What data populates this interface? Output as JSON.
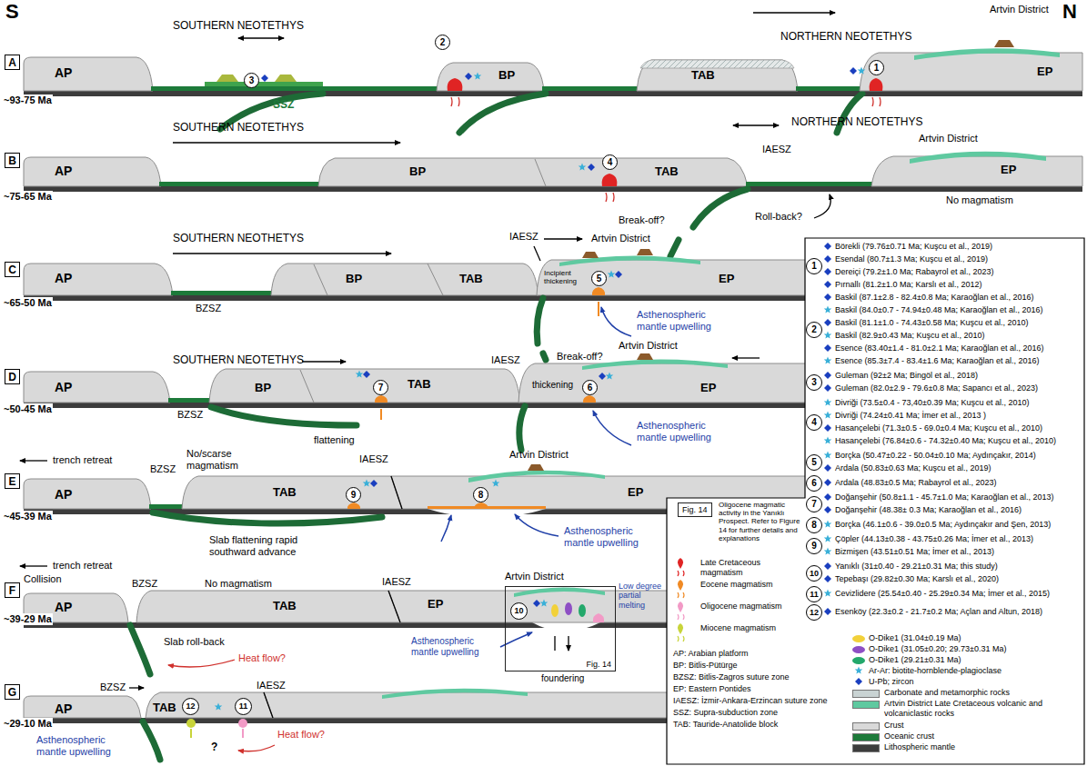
{
  "diagram": {
    "nodes": [
      {
        "text": [
          "A"
        ]
      },
      {
        "text": [
          "B"
        ]
      },
      {
        "text": [
          "C"
        ]
      },
      {
        "text": [
          "D"
        ]
      },
      {
        "text": [
          "E"
        ]
      },
      {
        "text": [
          "F"
        ]
      },
      {
        "text": [
          "G"
        ]
      },
      {
        "text": [
          "3"
        ]
      },
      {
        "text": [
          "2"
        ]
      },
      {
        "text": [
          "1"
        ]
      },
      {
        "text": [
          "4"
        ]
      },
      {
        "text": [
          "5"
        ]
      },
      {
        "text": [
          "7"
        ]
      },
      {
        "text": [
          "6"
        ]
      },
      {
        "text": [
          "9"
        ]
      },
      {
        "text": [
          "8"
        ]
      },
      {
        "text": [
          "Fig. 14"
        ]
      },
      {
        "text": [
          "10"
        ],
        "in": 16
      },
      {
        "text": [
          "12"
        ]
      },
      {
        "text": [
          "11"
        ]
      },
      {
        "text": [
          "1"
        ]
      },
      {
        "text": [
          "2"
        ]
      },
      {
        "text": [
          "3"
        ]
      },
      {
        "text": [
          "4"
        ]
      },
      {
        "text": [
          "5"
        ]
      },
      {
        "text": [
          "6"
        ]
      },
      {
        "text": [
          "7"
        ]
      },
      {
        "text": [
          "8"
        ]
      },
      {
        "text": [
          "9"
        ]
      },
      {
        "text": [
          "10"
        ]
      },
      {
        "text": [
          "11"
        ]
      },
      {
        "text": [
          "12"
        ]
      },
      {
        "text": [
          "Fig. 14"
        ]
      }
    ],
    "labels": [
      "S",
      "N",
      "SOUTHERN NEOTETHYS",
      "AP",
      "SSZ",
      "BP",
      "TAB",
      "NORTHERN NEOTETHYS",
      "Artvin District",
      "EP",
      "~93-75 Ma",
      "SOUTHERN NEOTETHYS",
      "AP",
      "BP",
      "TAB",
      "NORTHERN NEOTETHYS",
      "IAESZ",
      "Artvin District",
      "EP",
      "No magmatism",
      "Break-off?",
      "Roll-back?",
      "~75-65 Ma",
      "SOUTHERN NEOTHETYS",
      "AP",
      "BZSZ",
      "BP",
      "TAB",
      "IAESZ",
      "Artvin District",
      "Incipient thickening",
      "EP",
      "Asthenospheric mantle upwelling",
      "Break-off?",
      "~65-50 Ma",
      "SOUTHERN NEOTETHYS",
      "IAESZ",
      "Artvin District",
      "AP",
      "BZSZ",
      "BP",
      "TAB",
      "thickening",
      "EP",
      "flattening",
      "Asthenospheric mantle upwelling",
      "~50-45 Ma",
      "trench retreat",
      "No/scarse magmatism",
      "IAESZ",
      "Artvin District",
      "AP",
      "BZSZ",
      "TAB",
      "EP",
      "Slab flattening rapid southward advance",
      "Asthenospheric mantle upwelling",
      "~45-39 Ma",
      "trench retreat",
      "Collision",
      "BZSZ",
      "No magmatism",
      "IAESZ",
      "Artvin District",
      "Low degree partial melting",
      "AP",
      "TAB",
      "EP",
      "Slab roll-back",
      "Heat flow?",
      "Asthenospheric mantle upwelling",
      "foundering",
      "~39-29 Ma",
      "BZSZ",
      "IAESZ",
      "AP",
      "TAB",
      "Asthenospheric mantle upwelling",
      "Heat flow?",
      "?",
      "~29-10 Ma",
      "Oligocene magmatic activity in the Yanıklı Prospect. Refer to Figure 14 for further details and explanations",
      "AP: Arabian platform",
      "BP: Bitlis-Pütürge",
      "BZSZ: Bitlis-Zagros suture zone",
      "EP: Eastern Pontides",
      "IAESZ: İzmir-Ankara-Erzincan suture zone",
      "SSZ: Supra-subduction zone",
      "TAB: Tauride-Anatolide block",
      "Börekli (79.76±0.71 Ma; Kuşcu et al., 2019)",
      "Esendal (80.7±1.3 Ma; Kuşcu et al., 2019)",
      "Dereiçi (79.2±1.0 Ma; Rabayrol et al., 2023)",
      "Pırnallı (81.2±1.0 Ma; Karslı et al., 2012)",
      "Baskil (87.1±2.8 - 82.4±0.8 Ma; Karaoğlan et al., 2016)",
      "Baskil (84.0±0.7 - 74.94±0.48 Ma; Karaoğlan et al., 2016)",
      "Baskil (81.1±1.0 - 74.43±0.58 Ma; Kuşcu et al., 2010)",
      "Baskil (82.9±0.43 Ma; Kuşcu et al., 2010)",
      "Esence (83.40±1.4 - 81.0±2.1 Ma; Karaoğlan et al., 2016)",
      "Esence (85.3±7.4 - 83.4±1.6 Ma; Karaoğlan et al., 2016)",
      "Guleman (92±2 Ma; Bingöl et al., 2018)",
      "Guleman (82.0±2.9 - 79.6±0.8 Ma; Sapancı et al., 2023)",
      "Divriği (73.5±0.4 - 73,40±0.39 Ma; Kuşcu et al., 2010)",
      "Divriği (74.24±0.41 Ma; İmer et al., 2013 )",
      "Hasançelebi (71.3±0.5 - 69.0±0.4 Ma; Kuşcu et al., 2010)",
      "Hasançelebi (76.84±0.6 - 74.32±0.40 Ma; Kuşcu et al., 2010)",
      "Borçka (50.47±0.22 - 50.04±0.10 Ma; Aydınçakır, 2014)",
      "Ardala (50.83±0.63 Ma; Kuşcu et al., 2019)",
      "Ardala (48.83±0.5 Ma; Rabayrol et al., 2023)",
      "Doğanşehir (50.8±1.1 - 45.7±1.0 Ma; Karaoğlan et al., 2013)",
      "Doğanşehir (48.38± 0.3 Ma; Karaoğlan et al., 2016)",
      "Borçka (46.1±0.6 - 39.0±0.5 Ma; Aydınçakır and Şen, 2013)",
      "Çöpler (44.13±0.38 - 43.75±0.26 Ma; İmer et al., 2013)",
      "Bizmişen (43.51±0.51 Ma; İmer et al., 2013)",
      "Yanıklı (31±0.40 - 29.21±0.31 Ma; this study)",
      "Tepebaşı (29.82±0.30 Ma; Karslı et al., 2020)",
      "Cevizlidere (25.54±0.40 - 25.29±0.34 Ma; İmer et al., 2015)",
      "Esenköy (22.3±0.2 - 21.7±0.2 Ma; Açlan and Altun, 2018)"
    ],
    "legend": [
      {
        "text": "Late Cretaceous magmatism"
      },
      {
        "text": "Eocene magmatism"
      },
      {
        "text": "Oligocene magmatism"
      },
      {
        "text": "Miocene magmatism"
      },
      {
        "text": "O-Dike1 (31.04±0.19 Ma)",
        "color": "#f2d13a"
      },
      {
        "text": "O-Dike1 (31.05±0.20; 29.73±0.31 Ma)",
        "color": "#8e4fc4"
      },
      {
        "text": "O-Dike1 (29.21±0.31 Ma)",
        "color": "#23a86b"
      },
      {
        "text": "Ar-Ar: biotite-hornblende-plagioclase"
      },
      {
        "text": "U-Pb; zircon"
      },
      {
        "text": "Carbonate and metamorphic rocks",
        "color": "#c9d3d3"
      },
      {
        "text": "Artvin District Late Cretaceous volcanic and volcaniclastic rocks",
        "color": "#5fc9a0"
      },
      {
        "text": "Crust",
        "color": "#d9d9d9"
      },
      {
        "text": "Oceanic crust",
        "color": "#1d7a3a"
      },
      {
        "text": "Lithospheric mantle",
        "color": "#3c3c3c"
      }
    ]
  }
}
